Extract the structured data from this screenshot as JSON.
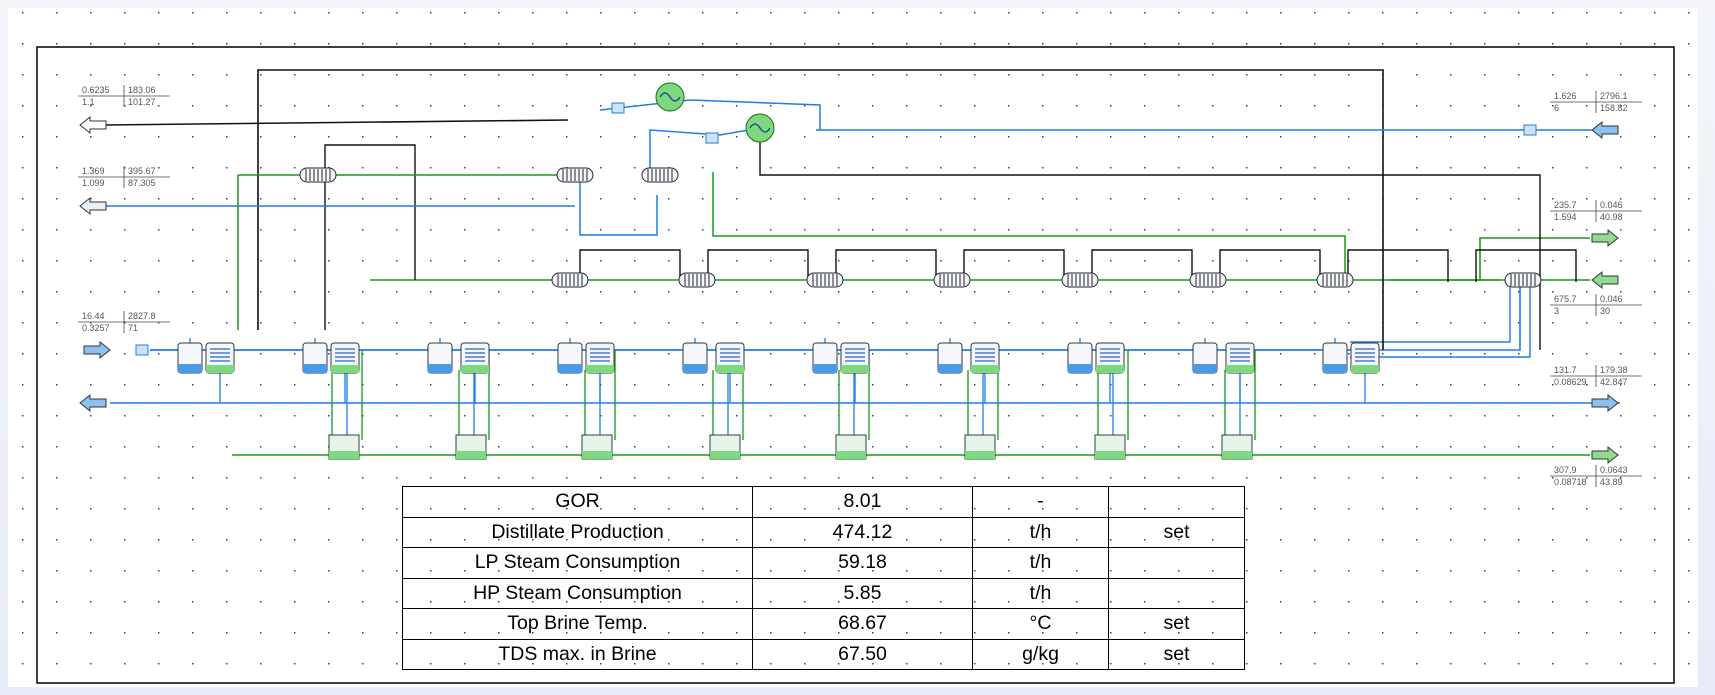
{
  "streams": {
    "s1": {
      "a": "0.6235",
      "b": "183.06",
      "c": "1.1",
      "d": "101.27"
    },
    "s2": {
      "a": "1.369",
      "b": "395.67",
      "c": "1.099",
      "d": "87.305"
    },
    "s3": {
      "a": "16.44",
      "b": "2827.8",
      "c": "0.3257",
      "d": "71"
    },
    "s4": {
      "a": "1.626",
      "b": "2796.1",
      "c": "6",
      "d": "158.82"
    },
    "s5": {
      "a": "235.7",
      "b": "0.046",
      "c": "1.594",
      "d": "40.98"
    },
    "s6": {
      "a": "675.7",
      "b": "0.046",
      "c": "3",
      "d": "30"
    },
    "s7": {
      "a": "131.7",
      "b": "179.38",
      "c": "0.08629",
      "d": "42.847"
    },
    "s8": {
      "a": "307.9",
      "b": "0.0643",
      "c": "0.08718",
      "d": "43.89"
    }
  },
  "kpi_table": [
    {
      "name": "GOR",
      "value": "8.01",
      "unit": "-",
      "flag": ""
    },
    {
      "name": "Distillate Production",
      "value": "474.12",
      "unit": "t/h",
      "flag": "set"
    },
    {
      "name": "LP Steam Consumption",
      "value": "59.18",
      "unit": "t/h",
      "flag": ""
    },
    {
      "name": "HP Steam Consumption",
      "value": "5.85",
      "unit": "t/h",
      "flag": ""
    },
    {
      "name": "Top Brine Temp.",
      "value": "68.67",
      "unit": "°C",
      "flag": "set"
    },
    {
      "name": "TDS max. in Brine",
      "value": "67.50",
      "unit": "g/kg",
      "flag": "set"
    }
  ],
  "colors": {
    "blue_line": "#1e7fe0",
    "green_line": "#169b16",
    "black_line": "#111111",
    "vessel_fill": "#e8f0f8",
    "green_fill": "#8fdc8f"
  }
}
